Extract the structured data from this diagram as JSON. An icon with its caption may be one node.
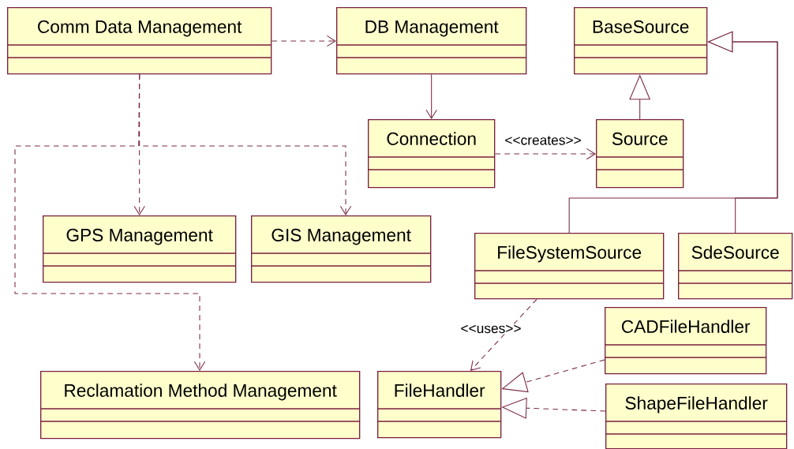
{
  "diagram": {
    "nodes": [
      {
        "text": [
          "Comm Data Management"
        ]
      },
      {
        "text": [
          "DB Management"
        ]
      },
      {
        "text": [
          "BaseSource"
        ]
      },
      {
        "text": [
          "Connection"
        ]
      },
      {
        "text": [
          "Source"
        ]
      },
      {
        "text": [
          "GPS Management"
        ]
      },
      {
        "text": [
          "GIS Management"
        ]
      },
      {
        "text": [
          "FileSystemSource"
        ]
      },
      {
        "text": [
          "SdeSource"
        ]
      },
      {
        "text": [
          "CADFileHandler"
        ]
      },
      {
        "text": [
          "Reclamation Method Management"
        ]
      },
      {
        "text": [
          "FileHandler"
        ]
      },
      {
        "text": [
          "ShapeFileHandler"
        ]
      }
    ],
    "edges": [
      {
        "from": 0,
        "to": 1,
        "arrow": "to",
        "style": "dashed"
      },
      {
        "from": 0,
        "to": 5,
        "arrow": "to",
        "style": "dashed"
      },
      {
        "from": 0,
        "to": 6,
        "arrow": "to",
        "style": "dashed"
      },
      {
        "from": 0,
        "to": 10,
        "arrow": "to",
        "style": "dashed"
      },
      {
        "from": 1,
        "to": 3,
        "arrow": "to"
      },
      {
        "from": 3,
        "to": 4,
        "arrow": "to",
        "style": "dashed",
        "label": "<<creates>>"
      },
      {
        "from": 4,
        "to": 2,
        "arrow": "to"
      },
      {
        "from": 7,
        "to": 2,
        "arrow": "to"
      },
      {
        "from": 8,
        "to": 2,
        "arrow": "to"
      },
      {
        "from": 7,
        "to": 11,
        "arrow": "to",
        "style": "dashed",
        "label": "<<uses>>"
      },
      {
        "from": 9,
        "to": 11,
        "arrow": "to",
        "style": "dashed"
      },
      {
        "from": 12,
        "to": 11,
        "arrow": "to",
        "style": "dashed"
      }
    ]
  }
}
